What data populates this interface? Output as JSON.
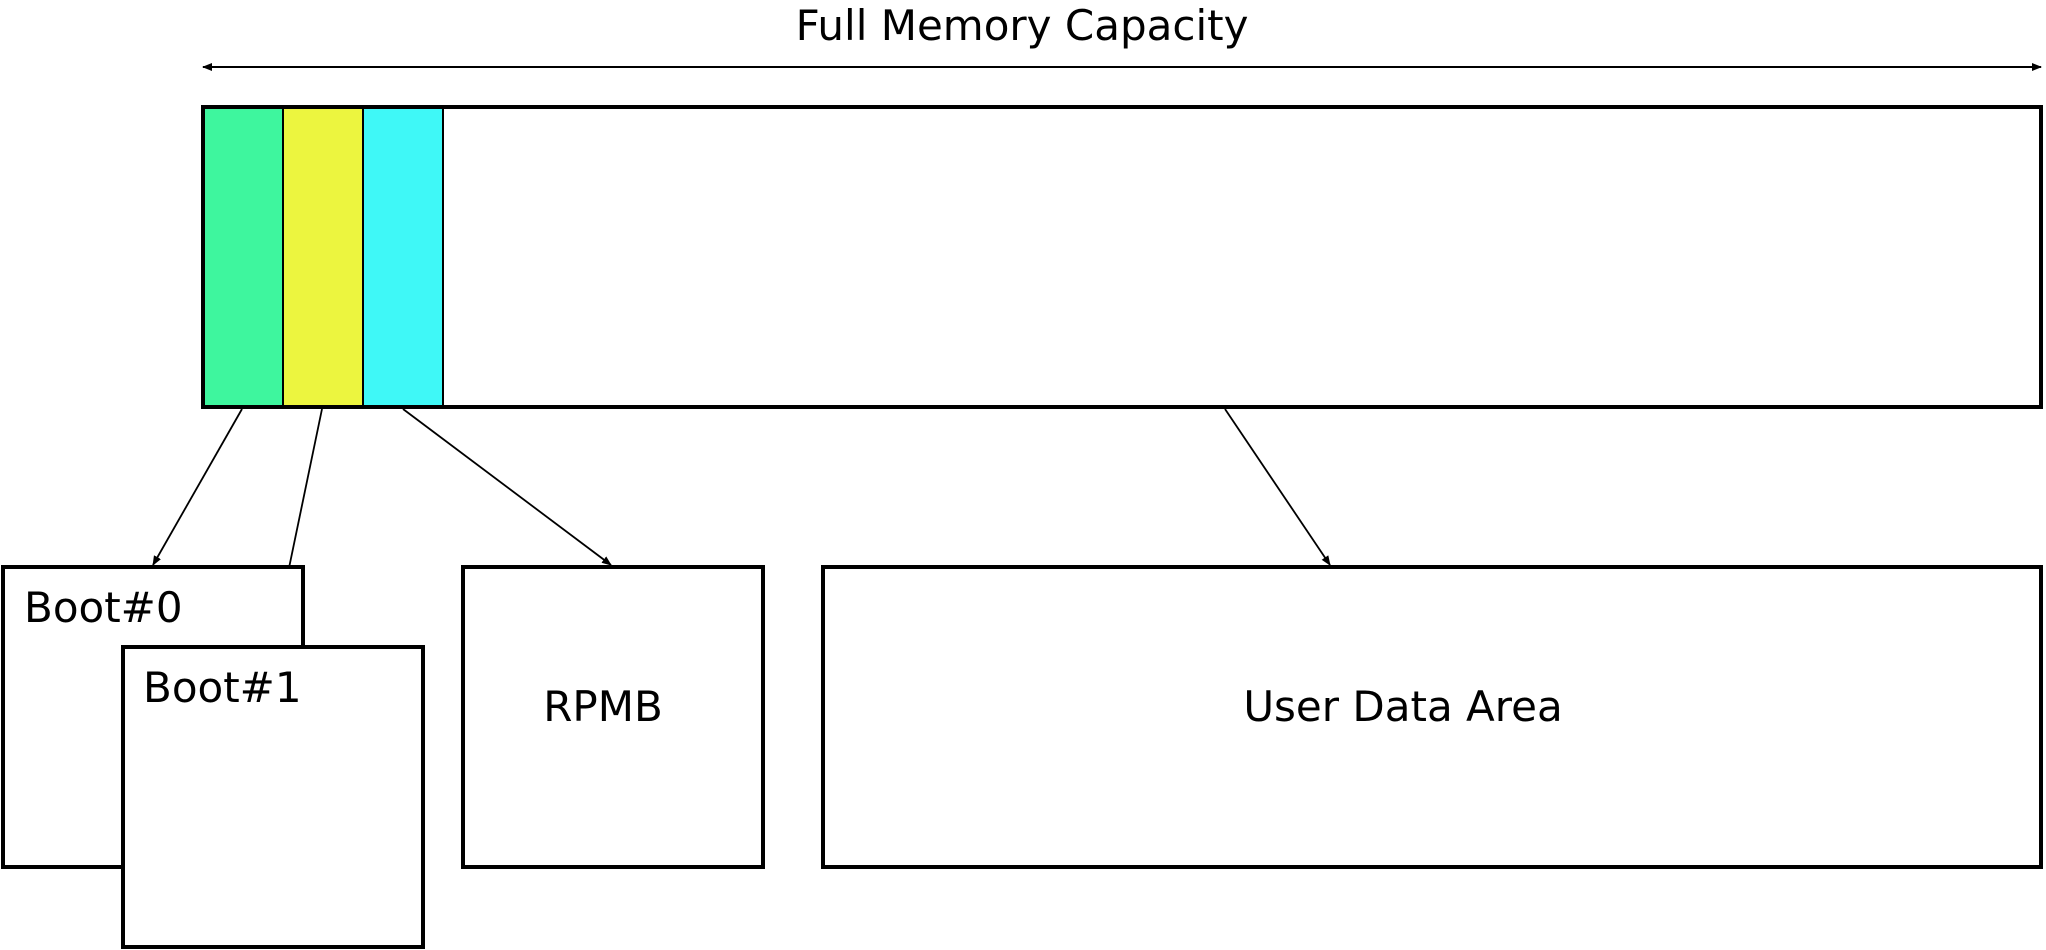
{
  "header": {
    "title": "Full Memory Capacity"
  },
  "memory_bar": {
    "segments": [
      {
        "name": "boot0-segment",
        "color": "#3ef69e"
      },
      {
        "name": "boot1-segment",
        "color": "#ecf53f"
      },
      {
        "name": "rpmb-segment",
        "color": "#3ff8f7"
      },
      {
        "name": "user-data-segment",
        "color": "#ffffff"
      }
    ]
  },
  "partitions": {
    "boot0": {
      "label": "Boot#0"
    },
    "boot1": {
      "label": "Boot#1"
    },
    "rpmb": {
      "label": "RPMB"
    },
    "user_data": {
      "label": "User Data Area"
    }
  },
  "colors": {
    "stroke": "#000000",
    "background": "#ffffff"
  }
}
